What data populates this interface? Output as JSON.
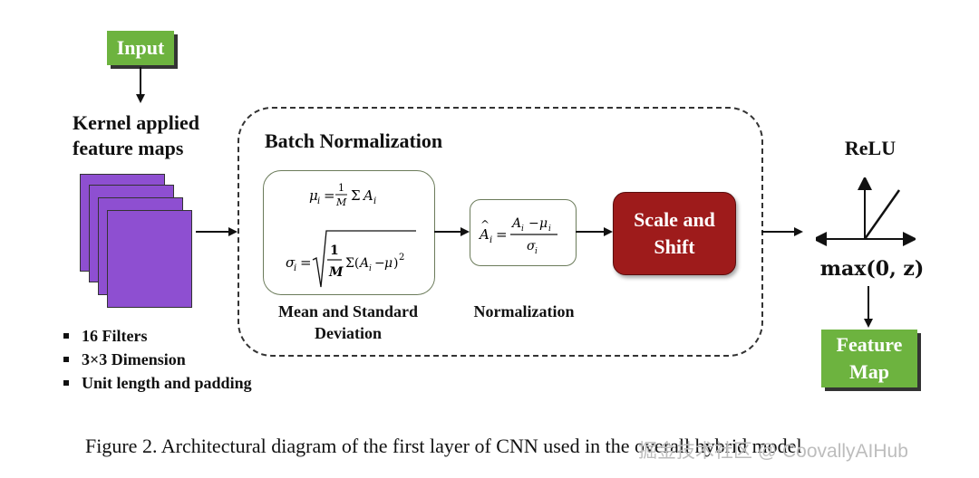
{
  "input": {
    "label": "Input"
  },
  "kernel": {
    "label_line1": "Kernel applied",
    "label_line2": "feature maps"
  },
  "bullets": [
    "16 Filters",
    "3×3 Dimension",
    "Unit length and padding"
  ],
  "batch_norm": {
    "title": "Batch Normalization"
  },
  "mean_std": {
    "label_line1": "Mean and Standard",
    "label_line2": "Deviation"
  },
  "normalization": {
    "label": "Normalization"
  },
  "scale_shift": {
    "label_line1": "Scale and",
    "label_line2": "Shift"
  },
  "relu": {
    "label": "ReLU",
    "formula": "max(0, z)"
  },
  "feature_map": {
    "label_line1": "Feature",
    "label_line2": "Map"
  },
  "caption": {
    "text": "Figure 2.  Architectural diagram of the first layer of CNN used in the overall hybrid model"
  },
  "watermark": {
    "text": "掘金技术社区 @ CoovallyAIHub"
  },
  "colors": {
    "green": "#6db33f",
    "purple": "#8e4fd1",
    "dark_red": "#9e1b1b",
    "dashed_border": "#333333"
  }
}
